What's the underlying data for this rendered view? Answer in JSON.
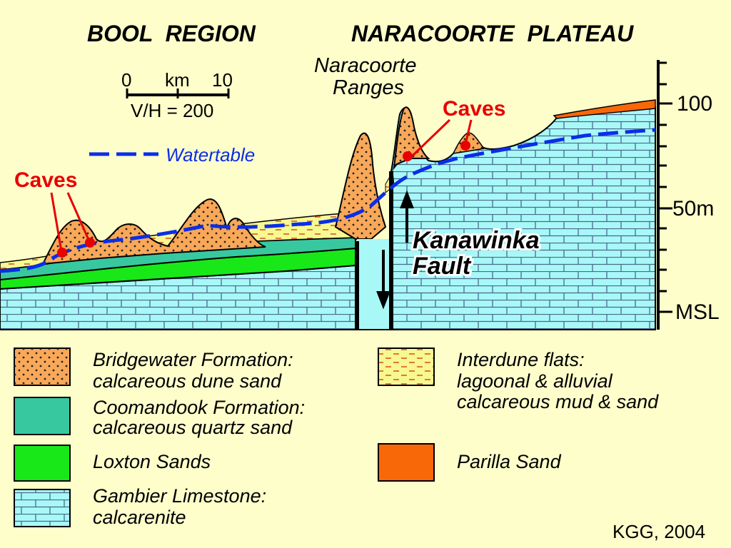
{
  "titles": {
    "left": "BOOL  REGION",
    "right": "NARACOORTE  PLATEAU"
  },
  "labels": {
    "ranges_line1": "Naracoorte",
    "ranges_line2": "Ranges",
    "caves_left": "Caves",
    "caves_right": "Caves",
    "fault_line1": "Kanawinka",
    "fault_line2": "Fault",
    "watertable": "Watertable"
  },
  "scale_bar": {
    "tick0": "0",
    "unit": "km",
    "tick10": "10",
    "ratio": "V/H = 200"
  },
  "elevation_axis": {
    "top": "100",
    "mid": "50m",
    "bottom": "MSL"
  },
  "legend": {
    "bridgewater_1": "Bridgewater Formation:",
    "bridgewater_2": "calcareous dune sand",
    "coomandook_1": "Coomandook Formation:",
    "coomandook_2": "calcareous quartz sand",
    "loxton": "Loxton Sands",
    "gambier_1": "Gambier Limestone:",
    "gambier_2": "calcarenite",
    "interdune_1": "Interdune flats:",
    "interdune_2": "lagoonal & alluvial",
    "interdune_3": "calcareous mud & sand",
    "parilla": "Parilla Sand"
  },
  "credit": "KGG, 2004",
  "colors": {
    "background": "#fefecb",
    "limestone": "#a8f8f8",
    "dune_sand": "#f8a858",
    "coomandook": "#38c8a0",
    "loxton": "#18e818",
    "interdune": "#f8f890",
    "parilla": "#f86808",
    "watertable": "#0a2ee8",
    "caves": "#e80000"
  }
}
